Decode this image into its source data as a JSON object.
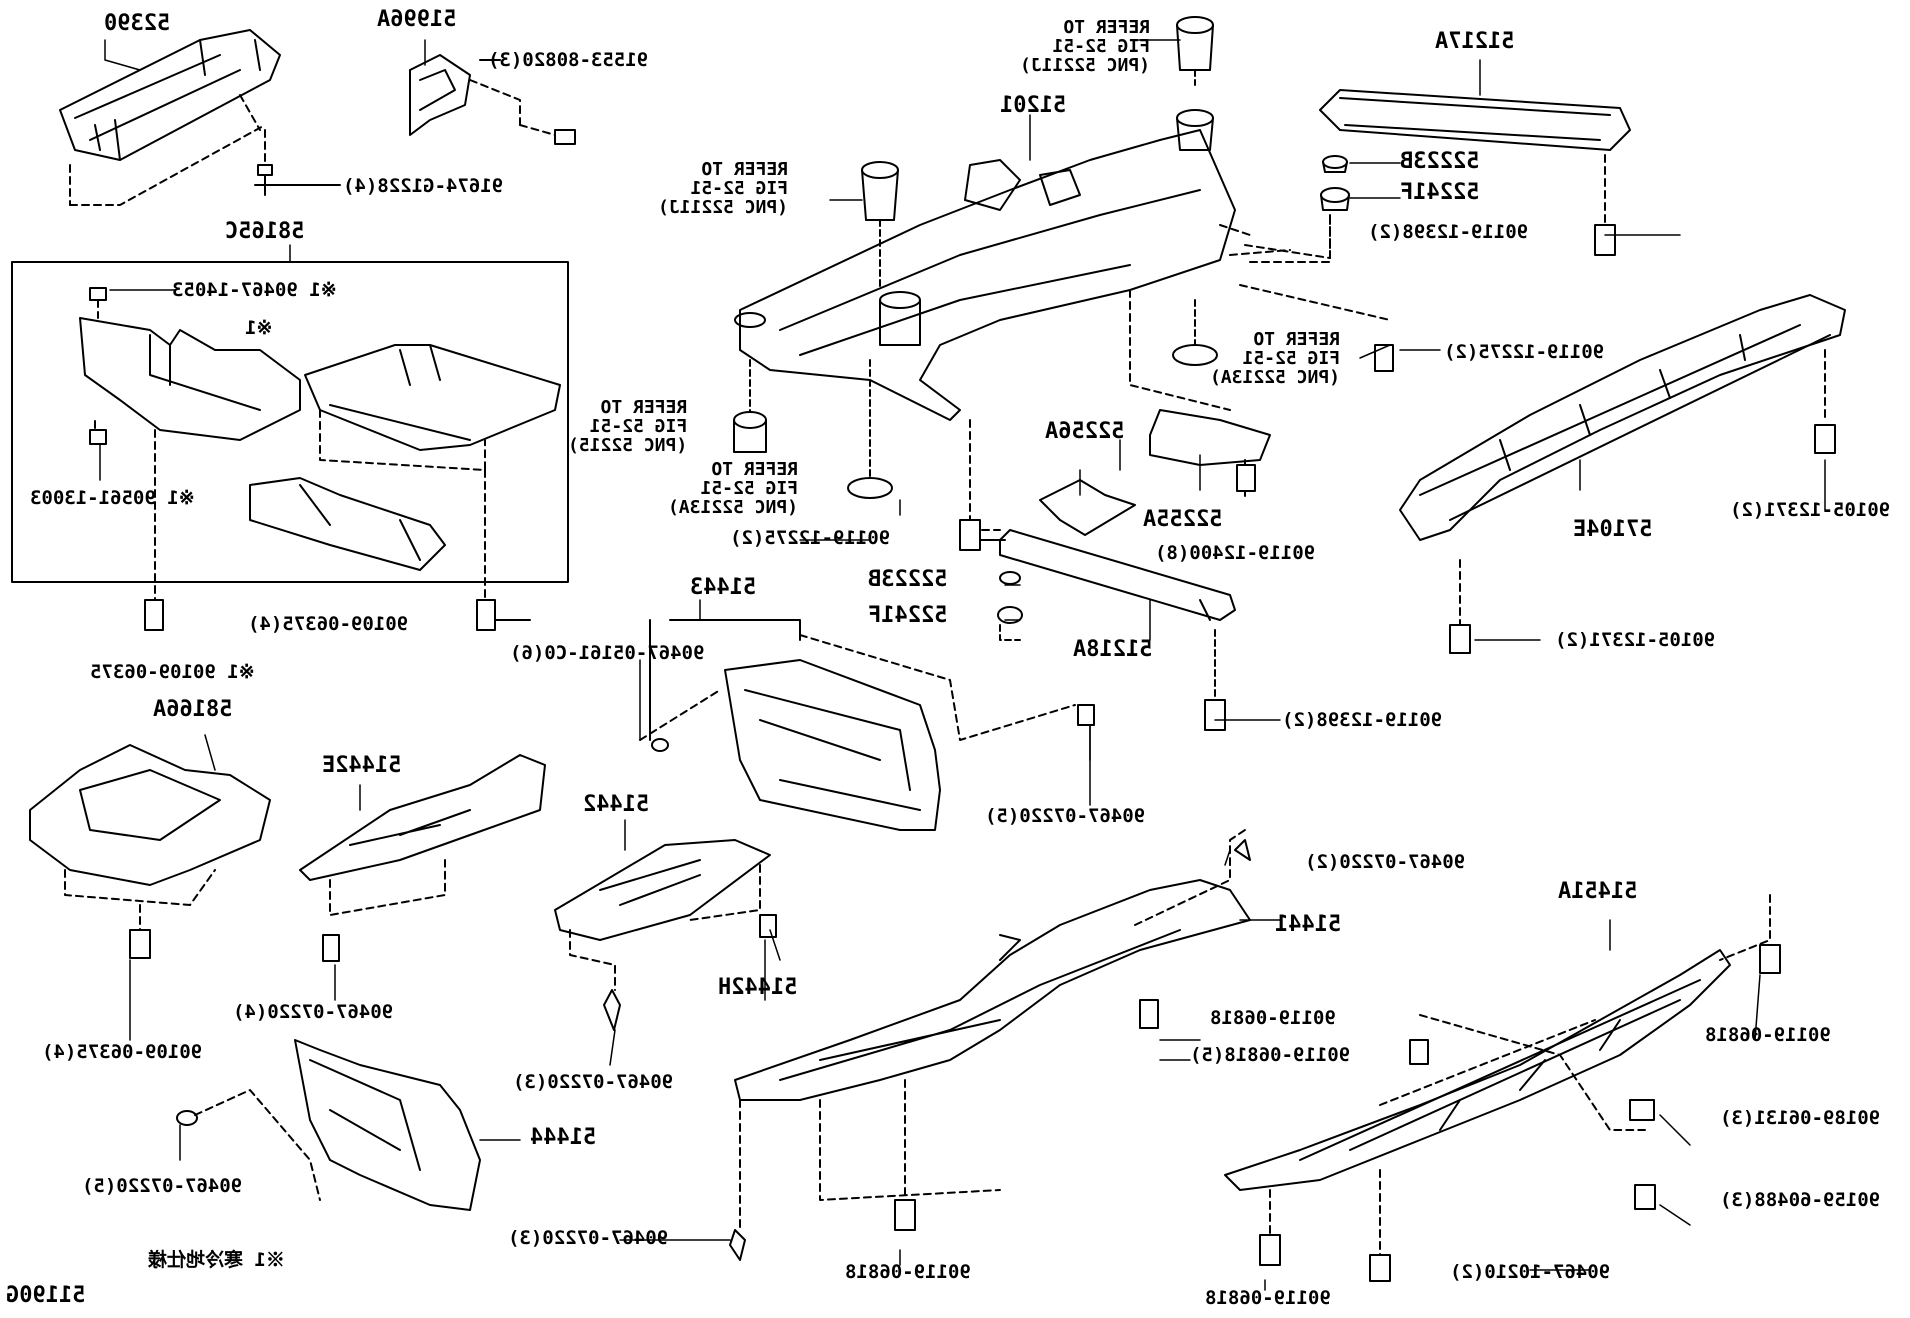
{
  "figure_id": "51190G",
  "footnote": "※1 寒冷地仕様",
  "reference_notes": {
    "a": [
      "REFER TO",
      "FIG 52-51",
      "(PNC 52211J)"
    ],
    "b": [
      "REFER TO",
      "FIG 52-51",
      "(PNC 52211J)"
    ],
    "c": [
      "REFER TO",
      "FIG 52-51",
      "(PNC 52213A)"
    ],
    "d": [
      "REFER TO",
      "FIG 52-51",
      "(PNC 52215)"
    ],
    "e": [
      "REFER TO",
      "FIG 52-51",
      "(PNC 52213A)"
    ]
  },
  "labels": {
    "p52390": "52390",
    "p51996A": "51996A",
    "p91553": "91553-80820(3)",
    "p91674": "91674-G1228(4)",
    "p58165C": "58165C",
    "p90467_14053": "※1 90467-14053",
    "mark1": "※1",
    "p90561": "※1 90561-13003",
    "p90109_a": "※1 90109-06375",
    "p90109_b": "90109-06375(4)",
    "p58166A": "58166A",
    "p51442E": "51442E",
    "p90109_c": "90109-06375(4)",
    "p90467_07220_4": "90467-07220(4)",
    "p51444": "51444",
    "p90467_07220_5a": "90467-07220(5)",
    "p51442": "51442",
    "p51442H": "51442H",
    "p90467_07220_3a": "90467-07220(3)",
    "p51443": "51443",
    "p90467_05161": "90467-05161-C0(6)",
    "p90467_07220_5b": "90467-07220(5)",
    "p51201": "51201",
    "p90119_12275_a": "90119-12275(2)",
    "p52223B_a": "52223B",
    "p52241F_a": "52241F",
    "p51218A": "51218A",
    "p52256A": "52256A",
    "p52255A": "52255A",
    "p90119_12400": "90119-12400(8)",
    "p90119_12398_b": "90119-12398(2)",
    "p51217A": "51217A",
    "p52223B_b": "52223B",
    "p52241F_b": "52241F",
    "p90119_12398_a": "90119-12398(2)",
    "p90119_12275_b": "90119-12275(2)",
    "p57104E": "57104E",
    "p90105_a": "90105-12371(2)",
    "p90105_b": "90105-12371(2)",
    "p90467_07220_2": "90467-07220(2)",
    "p51441": "51441",
    "p90119_06818_a": "90119-06818",
    "p90119_06818_5": "90119-06818(5)",
    "p90467_07220_3b": "90467-07220(3)",
    "p90119_06818_b": "90119-06818",
    "p51451A": "51451A",
    "p90119_06818_c": "90119-06818",
    "p90189": "90189-06131(3)",
    "p90159": "90159-60488(3)",
    "p90467_10210": "90467-10210(2)",
    "p90119_06818_d": "90119-06818"
  }
}
